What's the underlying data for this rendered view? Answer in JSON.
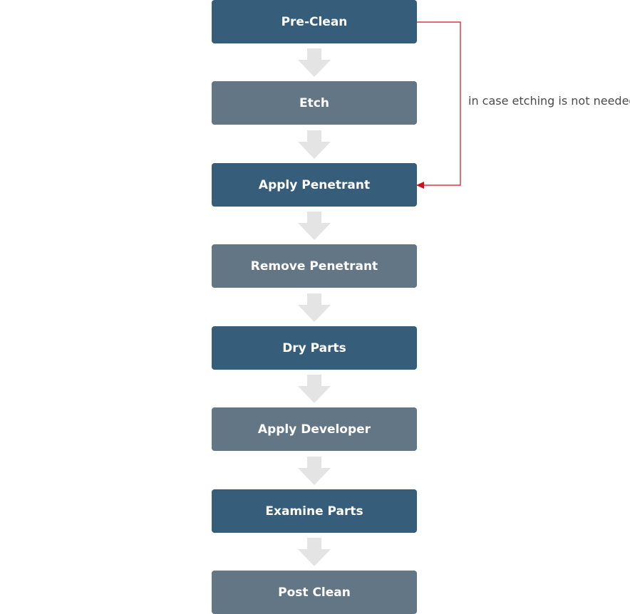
{
  "flowchart": {
    "steps": [
      {
        "label": "Pre-Clean",
        "color": "#365e7a"
      },
      {
        "label": "Etch",
        "color": "#627686"
      },
      {
        "label": "Apply Penetrant",
        "color": "#365e7a"
      },
      {
        "label": "Remove Penetrant",
        "color": "#627686"
      },
      {
        "label": "Dry Parts",
        "color": "#365e7a"
      },
      {
        "label": "Apply Developer",
        "color": "#627686"
      },
      {
        "label": "Examine Parts",
        "color": "#365e7a"
      },
      {
        "label": "Post Clean",
        "color": "#627686"
      }
    ],
    "bypass_note": "in case etching is not needed",
    "bypass_color": "#d0101a",
    "flow_arrow_color": "#e4e4e4"
  }
}
